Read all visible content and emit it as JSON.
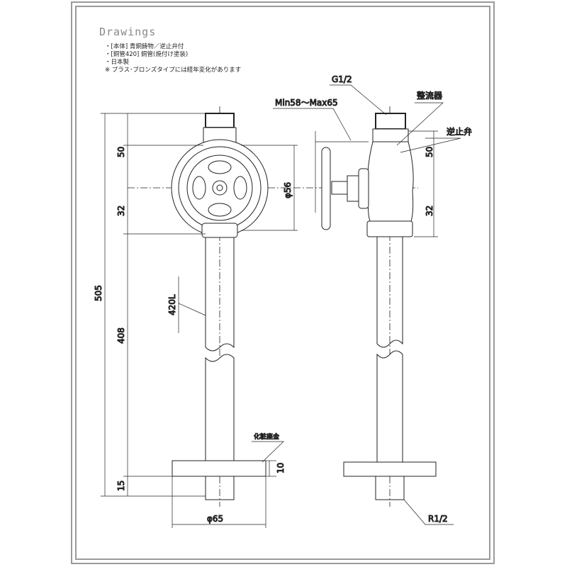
{
  "title": "Drawings",
  "notes": [
    "・[本体] 青銅鋳物／逆止弁付",
    "・[銅管420] 銅管(焼付け塗装)",
    "・日本製",
    "※ ブラス･ブロンズタイプには経年変化があります"
  ],
  "labels": {
    "g12": "G1/2",
    "min_max": "Min58～Max65",
    "rectifier": "整流器",
    "check_valve": "逆止弁",
    "escutcheon": "化粧座金",
    "r12": "R1/2",
    "phi56": "φ56",
    "phi65": "φ65",
    "l420": "420L"
  },
  "dimensions": {
    "total": "505",
    "upper": "50",
    "lower": "32",
    "pipe": "408",
    "base": "15",
    "right_upper": "50",
    "right_lower": "32",
    "flange": "10"
  }
}
